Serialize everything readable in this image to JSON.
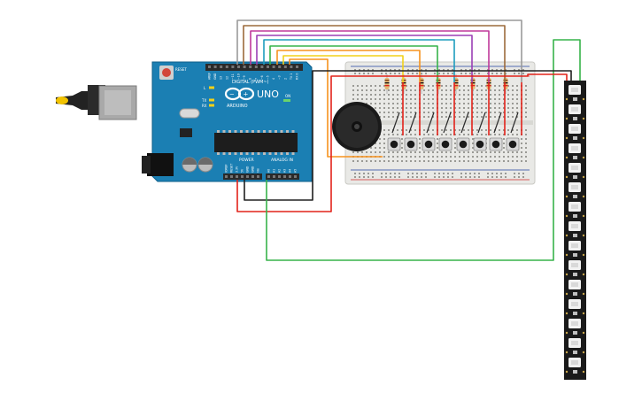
{
  "arduino": {
    "reset_label": "RESET",
    "model_label": "UNO",
    "brand_label": "ARDUINO",
    "digital_header_label": "DIGITAL (PWM~)",
    "power_header_label": "POWER",
    "analog_header_label": "ANALOG IN",
    "led_labels": [
      "L",
      "TX",
      "RX",
      "ON"
    ],
    "top_pin_labels": [
      "AREF",
      "GND",
      "13",
      "12",
      "~11",
      "~10",
      "~9",
      "8",
      "7",
      "~6",
      "~5",
      "4",
      "~3",
      "2",
      "TX 1",
      "RX 0"
    ],
    "power_pin_labels": [
      "IOREF",
      "RESET",
      "3.3V",
      "5V",
      "GND",
      "GND",
      "Vin"
    ],
    "analog_pin_labels": [
      "A0",
      "A1",
      "A2",
      "A3",
      "A4",
      "A5"
    ]
  },
  "breadboard": {
    "button_count": 8,
    "resistor_count": 8
  },
  "led_strip": {
    "pixel_count": 15
  },
  "colors": {
    "board_blue": "#1b7fb3",
    "breadboard": "#e9e9e6",
    "wire_red": "#e2231a",
    "wire_black": "#202020",
    "wire_green": "#37b34a",
    "wire_orange": "#f7931e",
    "wire_yellow": "#f2d21b",
    "wire_teal": "#1e9dbe",
    "wire_purple": "#9b3fb5",
    "wire_magenta": "#c0399b",
    "wire_brown": "#9c6b3c",
    "wire_gray": "#9a9a9a",
    "strip": "#1a1a1a"
  }
}
